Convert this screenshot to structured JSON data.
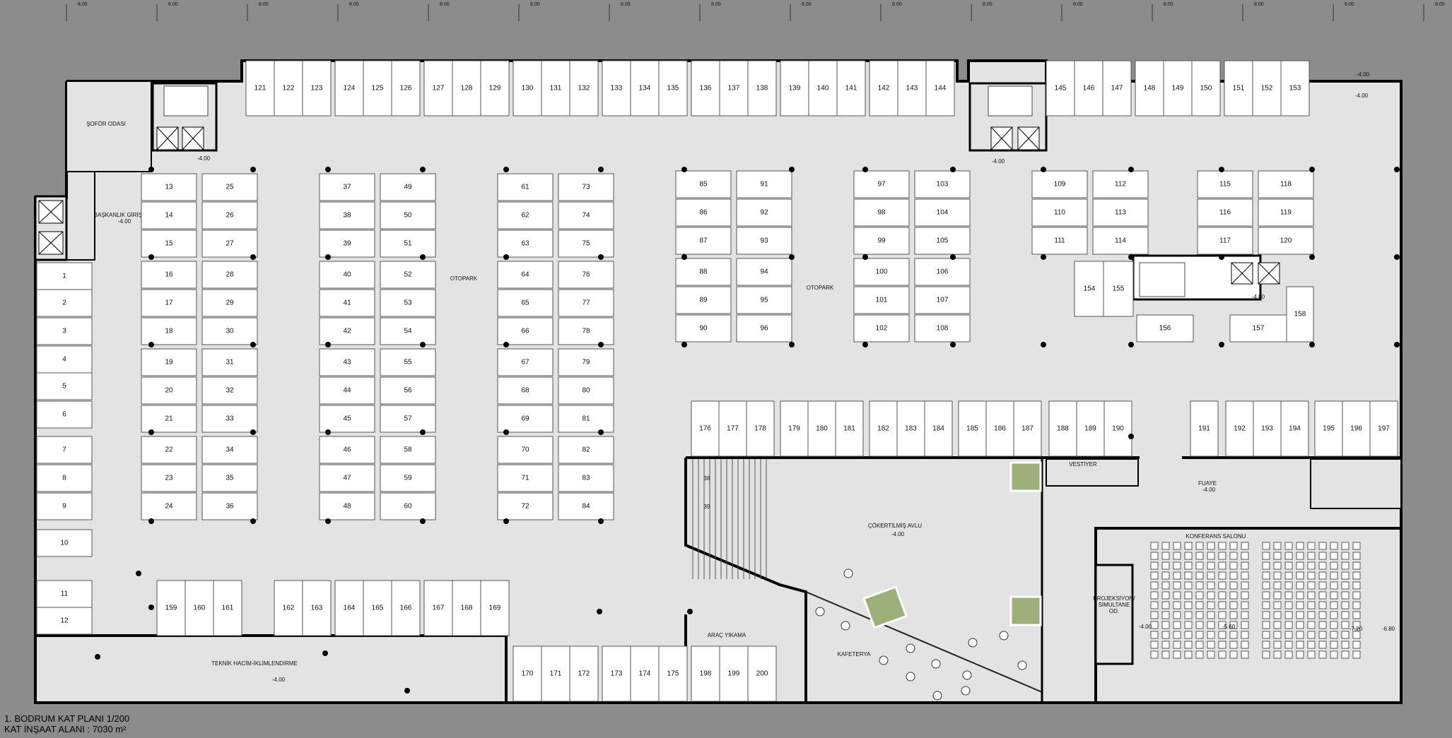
{
  "title": "1. BODRUM KAT PLANI 1/200",
  "area_label": "KAT İNŞAAT ALANI : 7030 m²",
  "grid_dims": [
    "8.00",
    "8.00",
    "8.00",
    "8.00",
    "8.00",
    "8.00",
    "8.00",
    "8.00",
    "8.00",
    "8.00",
    "8.00",
    "8.00",
    "8.00",
    "8.00",
    "8.00",
    "8.00"
  ],
  "rooms": {
    "sofor": "ŞOFÖR ODASI",
    "baskanlik": "BAŞKANLIK GİRİŞİ",
    "otopark1": "OTOPARK",
    "otopark2": "OTOPARK",
    "teknik": "TEKNİK HACİM-İKLİMLENDİRME",
    "arac": "ARAÇ YIKAMA",
    "kafeterya": "KAFETERYA",
    "avlu": "ÇÖKERTİLMİŞ AVLU",
    "vestiyer": "VESTİYER",
    "fuaye": "FUAYE",
    "konferans": "KONFERANS SALONU",
    "projeksiyon1": "PROJEKSİYON/",
    "projeksiyon2": "SİMULTANE",
    "projeksiyon3": "OD."
  },
  "levels": {
    "l1": "-4.00",
    "l2": "-4.00",
    "l3": "-4.00",
    "l4": "-4.00",
    "l5": "-4.00",
    "l6": "-4.00",
    "l7": "-4.00",
    "l8": "-4.00",
    "l9": "-4.00",
    "l10": "-4.00",
    "l11": "-5.60",
    "l12": "-7.20",
    "l13": "-6.80"
  },
  "stairs": {
    "s38": "38",
    "s39": "39"
  },
  "spots": {
    "top_row": [
      "121",
      "122",
      "123",
      "124",
      "125",
      "126",
      "127",
      "128",
      "129",
      "130",
      "131",
      "132",
      "133",
      "134",
      "135",
      "136",
      "137",
      "138",
      "139",
      "140",
      "141",
      "142",
      "143",
      "144"
    ],
    "top_right": [
      "145",
      "146",
      "147",
      "148",
      "149",
      "150",
      "151",
      "152",
      "153"
    ],
    "left_col": [
      "1",
      "2",
      "3",
      "4",
      "5",
      "6",
      "7",
      "8",
      "9",
      "10",
      "11",
      "12"
    ],
    "b1a": [
      "13",
      "14",
      "15",
      "16",
      "17",
      "18",
      "19",
      "20",
      "21",
      "22",
      "23",
      "24"
    ],
    "b1b": [
      "25",
      "26",
      "27",
      "28",
      "29",
      "30",
      "31",
      "32",
      "33",
      "34",
      "35",
      "36"
    ],
    "b2a": [
      "37",
      "38",
      "39",
      "40",
      "41",
      "42",
      "43",
      "44",
      "45",
      "46",
      "47",
      "48"
    ],
    "b2b": [
      "49",
      "50",
      "51",
      "52",
      "53",
      "54",
      "55",
      "56",
      "57",
      "58",
      "59",
      "60"
    ],
    "b3a": [
      "61",
      "62",
      "63",
      "64",
      "65",
      "66",
      "67",
      "68",
      "69",
      "70",
      "71",
      "72"
    ],
    "b3b": [
      "73",
      "74",
      "75",
      "76",
      "77",
      "78",
      "79",
      "80",
      "81",
      "82",
      "83",
      "84"
    ],
    "b4a": [
      "85",
      "86",
      "87",
      "88",
      "89",
      "90"
    ],
    "b4b": [
      "91",
      "92",
      "93",
      "94",
      "95",
      "96"
    ],
    "b5a": [
      "97",
      "98",
      "99",
      "100",
      "101",
      "102"
    ],
    "b5b": [
      "103",
      "104",
      "105",
      "106",
      "107",
      "108"
    ],
    "b6a": [
      "109",
      "110",
      "111"
    ],
    "b6b": [
      "112",
      "113",
      "114"
    ],
    "b7a": [
      "115",
      "116",
      "117"
    ],
    "b7b": [
      "118",
      "119",
      "120"
    ],
    "mid_row": [
      "176",
      "177",
      "178",
      "179",
      "180",
      "181",
      "182",
      "183",
      "184",
      "185",
      "186",
      "187",
      "188",
      "189",
      "190",
      "191",
      "192",
      "193",
      "194",
      "195",
      "196",
      "197"
    ],
    "bottom_row1": [
      "159",
      "160",
      "161",
      "162",
      "163",
      "164",
      "165",
      "166",
      "167",
      "168",
      "169"
    ],
    "bottom_row2": [
      "170",
      "171",
      "172",
      "173",
      "174",
      "175",
      "198",
      "199",
      "200"
    ],
    "core": [
      "154",
      "155",
      "156",
      "157",
      "158"
    ]
  },
  "colors": {
    "background": "#8c8c8c",
    "floor": "#e3e3e3",
    "wall": "#000000",
    "slot": "#ffffff"
  }
}
